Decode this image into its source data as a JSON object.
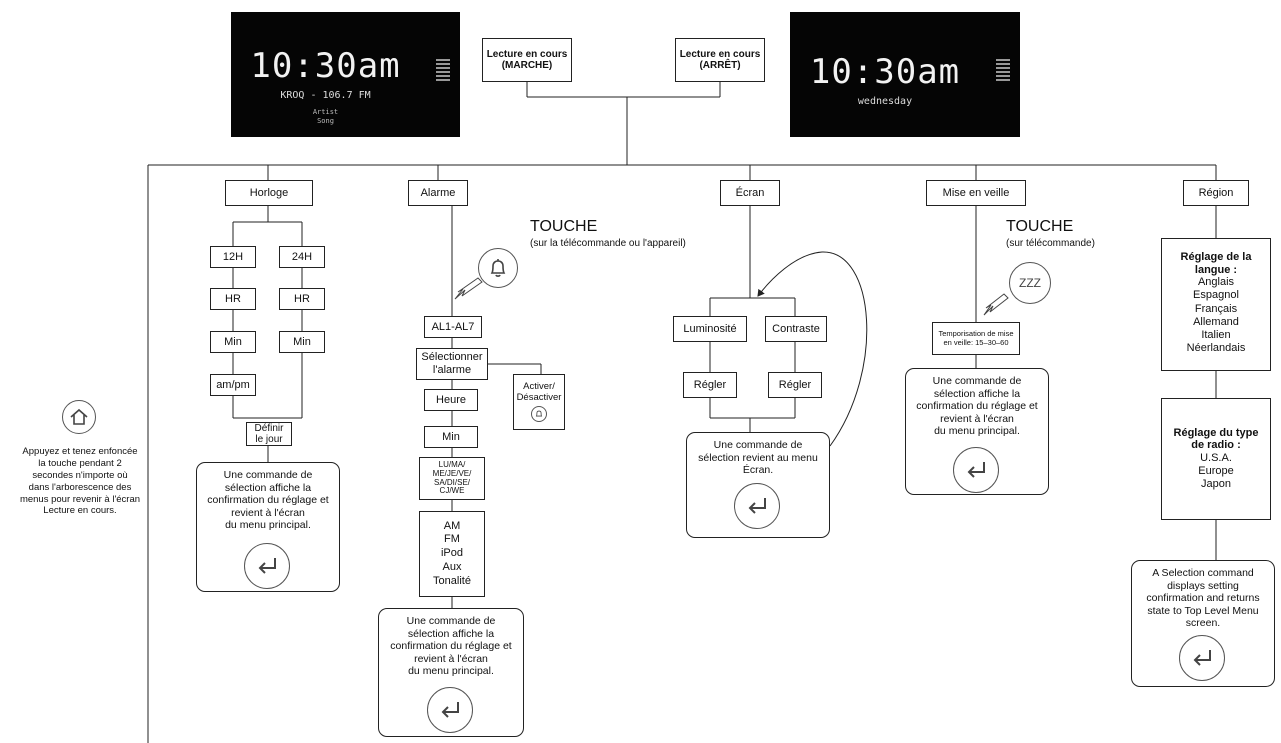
{
  "screens": {
    "on": {
      "time": "10:30am",
      "station": "KROQ - 106.7 FM",
      "artist": "Artist",
      "song": "Song"
    },
    "off": {
      "time": "10:30am",
      "day": "wednesday"
    }
  },
  "top": {
    "now_playing_on": "Lecture en cours\n(MARCHE)",
    "now_playing_off": "Lecture en cours\n(ARRÊT)"
  },
  "menus": {
    "clock": "Horloge",
    "alarm": "Alarme",
    "screen": "Écran",
    "sleep": "Mise en veille",
    "region": "Région"
  },
  "clock": {
    "h12": "12H",
    "h24": "24H",
    "hr_a": "HR",
    "hr_b": "HR",
    "min_a": "Min",
    "min_b": "Min",
    "ampm": "am/pm",
    "set_day": "Définir\nle jour",
    "note": "Une commande de\nsélection affiche la\nconfirmation du réglage et\nrevient à l'écran\ndu menu principal."
  },
  "alarm": {
    "button_title": "TOUCHE",
    "button_sub": "(sur la télécommande ou l'appareil)",
    "range": "AL1-AL7",
    "select": "Sélectionner\nl'alarme",
    "toggle": "Activer/\nDésactiver",
    "hour": "Heure",
    "min": "Min",
    "days": "LU/MA/\nME/JE/VE/\nSA/DI/SE/\nCJ/WE",
    "sources": "AM\nFM\niPod\nAux\nTonalité",
    "note": "Une commande de\nsélection affiche la\nconfirmation du réglage et\nrevient à l'écran\ndu menu principal."
  },
  "screen_menu": {
    "brightness": "Luminosité",
    "contrast": "Contraste",
    "adjust_a": "Régler",
    "adjust_b": "Régler",
    "note": "Une commande de\nsélection revient au menu\nÉcran."
  },
  "sleep": {
    "button_title": "TOUCHE",
    "button_sub": "(sur télécommande)",
    "zzz": "ZZZ",
    "timer": "Temporisation de mise\nen veille: 15–30–60",
    "note": "Une commande de\nsélection affiche la\nconfirmation du réglage et\nrevient à l'écran\ndu menu principal."
  },
  "region": {
    "lang_title": "Réglage de la\nlangue :",
    "languages": "Anglais\nEspagnol\nFrançais\nAllemand\nItalien\nNéerlandais",
    "radio_title": "Réglage du type\nde radio :",
    "radio_types": "U.S.A.\nEurope\nJapon",
    "note": "A Selection command\ndisplays setting\nconfirmation and returns\nstate to Top Level Menu\nscreen."
  },
  "home": {
    "note": "Appuyez et tenez enfoncée\nla touche pendant 2\nsecondes n'importe où\ndans l'arborescence des\nmenus pour revenir à l'écran\nLecture en cours."
  },
  "icons": [
    "home-icon",
    "bell-icon",
    "return-icon",
    "zzz-icon",
    "arrow-icon"
  ]
}
